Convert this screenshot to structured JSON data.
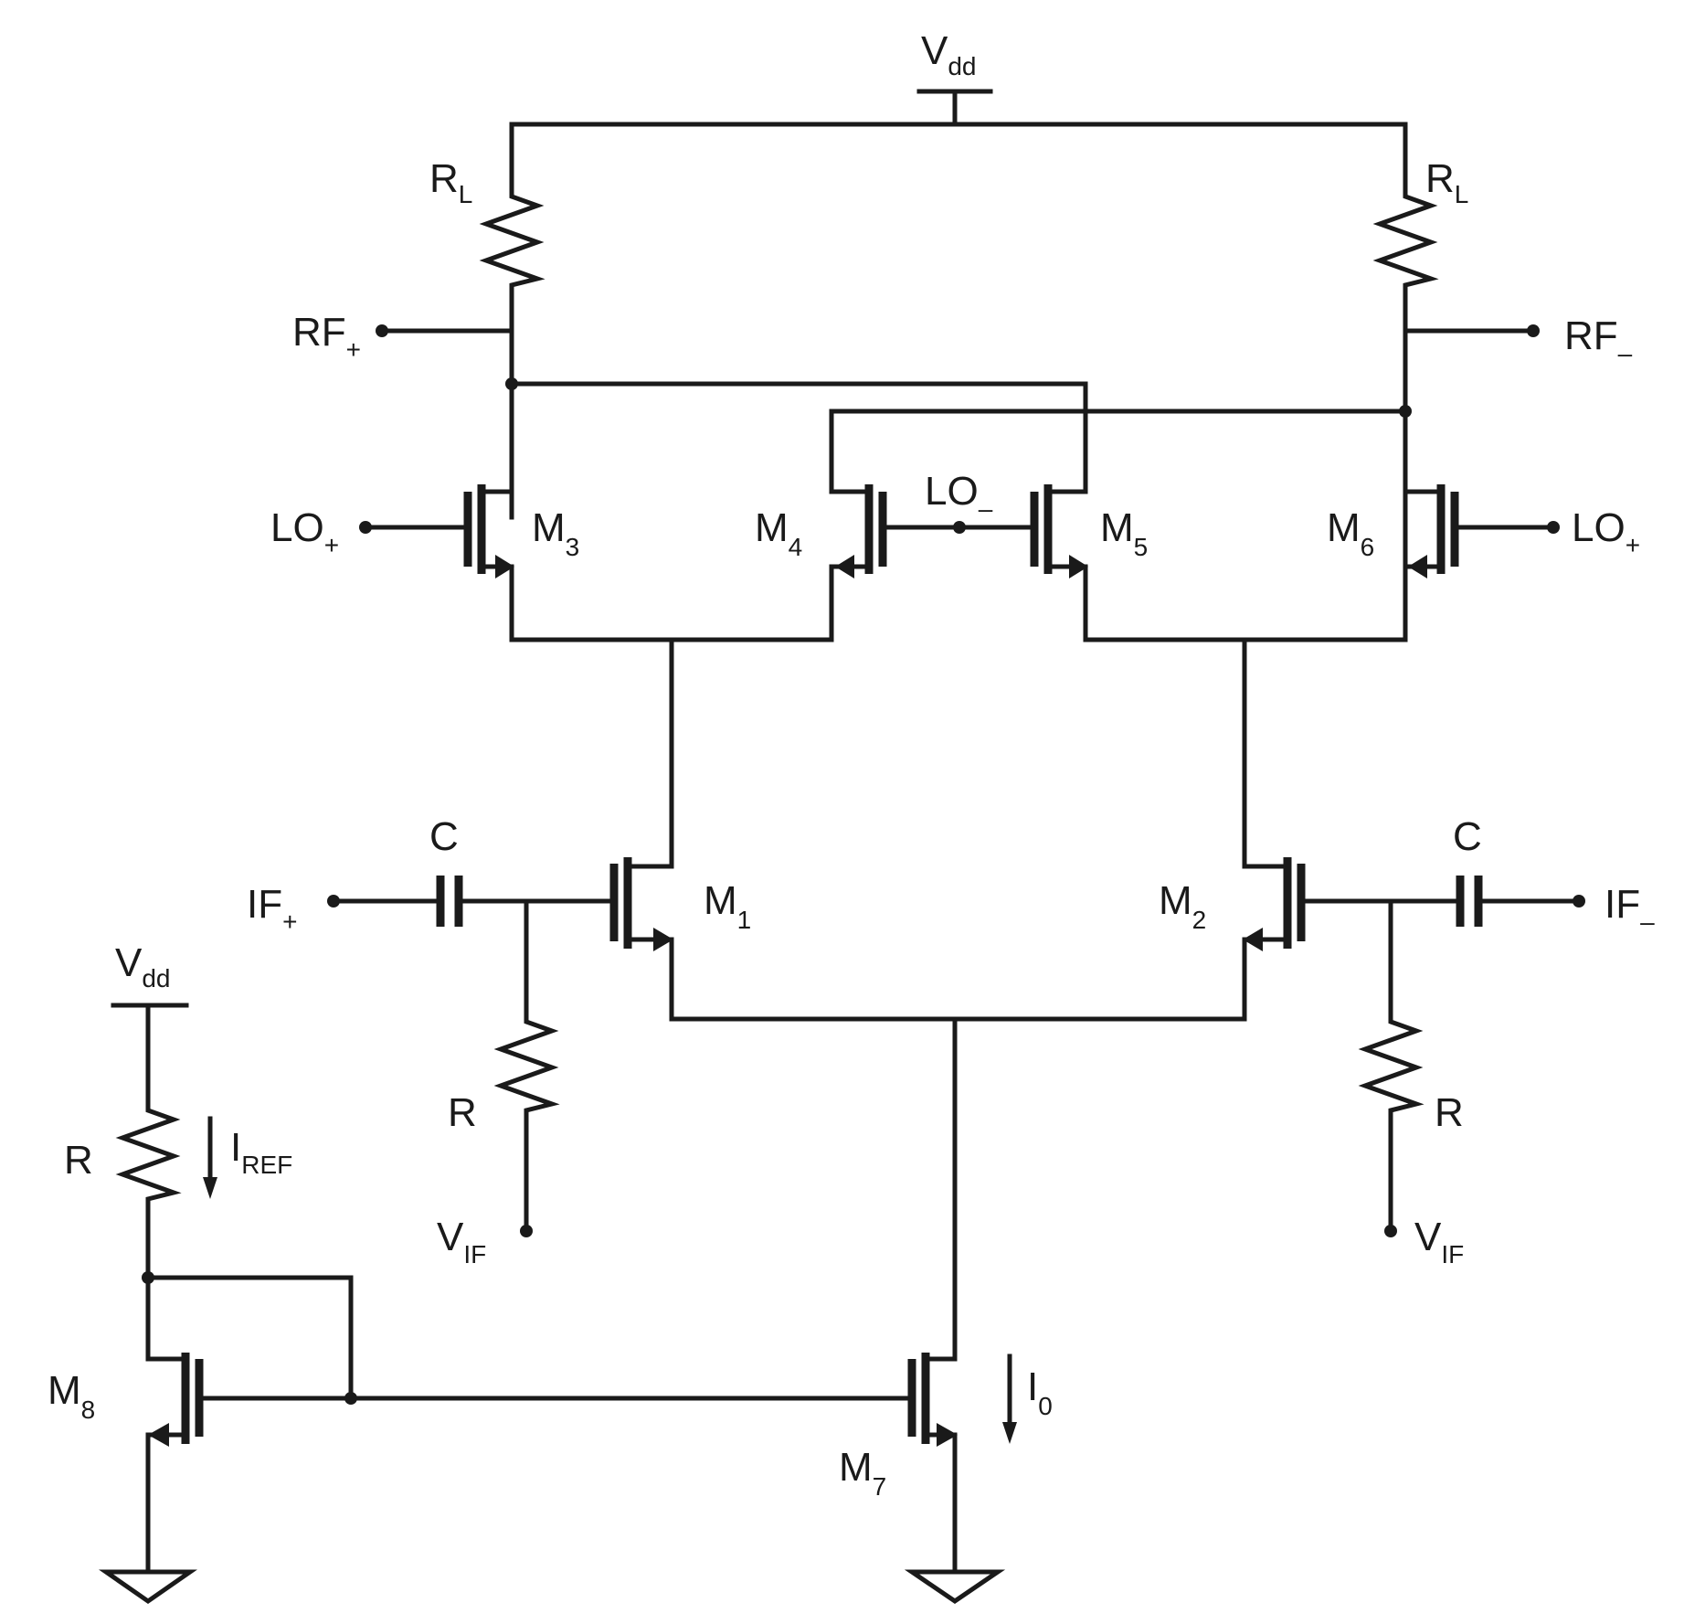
{
  "labels": {
    "vdd_top": "V",
    "vdd_top_sub": "dd",
    "vdd_left": "V",
    "vdd_left_sub": "dd",
    "rl_left": "R",
    "rl_left_sub": "L",
    "rl_right": "R",
    "rl_right_sub": "L",
    "rf_plus": "RF",
    "rf_plus_sub": "+",
    "rf_minus": "RF",
    "rf_minus_sub": "–",
    "lo_plus_left": "LO",
    "lo_plus_left_sub": "+",
    "lo_minus": "LO",
    "lo_minus_sub": "–",
    "lo_plus_right": "LO",
    "lo_plus_right_sub": "+",
    "m3": "M",
    "m3_sub": "3",
    "m4": "M",
    "m4_sub": "4",
    "m5": "M",
    "m5_sub": "5",
    "m6": "M",
    "m6_sub": "6",
    "m1": "M",
    "m1_sub": "1",
    "m2": "M",
    "m2_sub": "2",
    "m7": "M",
    "m7_sub": "7",
    "m8": "M",
    "m8_sub": "8",
    "c_left": "C",
    "c_right": "C",
    "if_plus": "IF",
    "if_plus_sub": "+",
    "if_minus": "IF",
    "if_minus_sub": "–",
    "r_left": "R",
    "r_right": "R",
    "r_bias": "R",
    "vif_left": "V",
    "vif_left_sub": "IF",
    "vif_right": "V",
    "vif_right_sub": "IF",
    "iref": "I",
    "iref_sub": "REF",
    "i0": "I",
    "i0_sub": "0"
  }
}
